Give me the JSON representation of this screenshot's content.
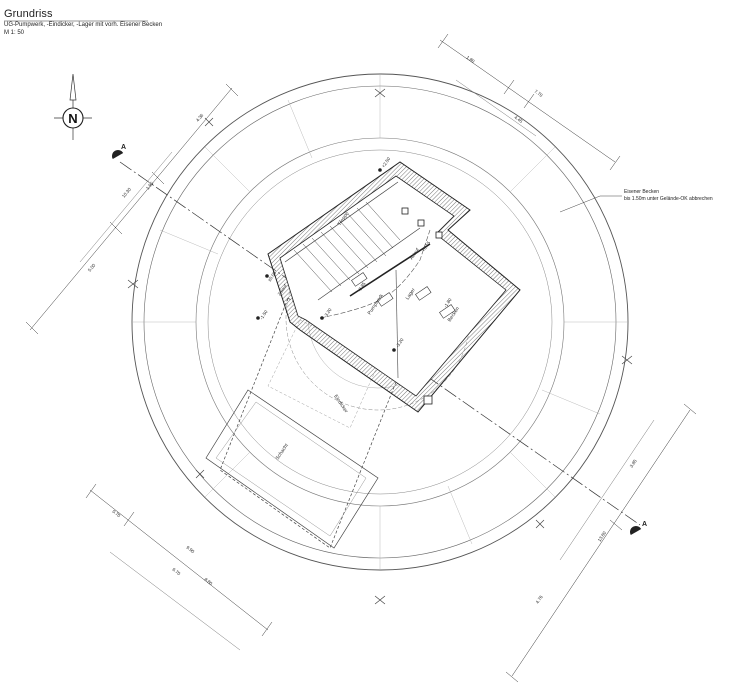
{
  "header": {
    "title": "Grundriss",
    "subtitle": "UG-Pumpwerk, -Eindicker, -Lager mit vorh. Eisener Becken",
    "scale": "M 1: 50"
  },
  "north_arrow": {
    "letter": "N"
  },
  "section_marks": [
    {
      "letter": "A"
    },
    {
      "letter": "A"
    }
  ],
  "annotations": {
    "callout_line1": "Eisener Becken",
    "callout_line2": "bis 1.50m unter Gelände-OK abbrechen",
    "label_pumpwerk": "Pumpwerk",
    "label_lager": "Lager",
    "label_eindicker": "Eindicker",
    "label_becken": "Becken",
    "label_schacht": "Schacht",
    "label_treppe": "Treppe",
    "label_zulauf": "Zulauf",
    "label_ablauf": "Ablauf"
  },
  "dimensions_top": [
    "1.80",
    "7.70",
    "4.45"
  ],
  "dimensions_left": [
    "4.36",
    "10.30",
    "1.95",
    "5.00"
  ],
  "dimensions_bottom_left": [
    "0.70",
    "9.90",
    "6.70",
    "8.80"
  ],
  "dimensions_right": [
    "3.85",
    "13.80",
    "4.76"
  ],
  "levels": [
    "+2.50",
    "±0.00",
    "-1.50",
    "-3.20",
    "-3.20",
    "-2.85",
    "-1.80",
    "+0.15"
  ],
  "colors": {
    "line": "#2a2a2a",
    "hatch": "#555555",
    "thin": "#8a8a8a"
  },
  "icons": [
    "north-arrow-icon",
    "section-arrow-icon"
  ]
}
